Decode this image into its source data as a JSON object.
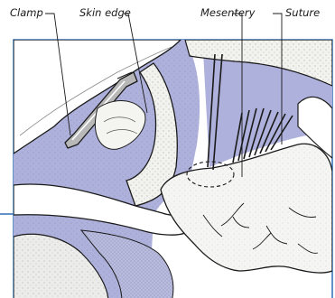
{
  "labels": {
    "clamp": "Clamp",
    "skin_edge": "Skin edge",
    "mesentery": "Mesentery",
    "suture": "Suture"
  },
  "colors": {
    "cavity_blue": "#aeb1dc",
    "outline": "#1a1a1a",
    "frame_blue": "#2f6fb3",
    "tissue_fill": "#f5f5f3",
    "clamp_gray": "#b8b8b8"
  }
}
